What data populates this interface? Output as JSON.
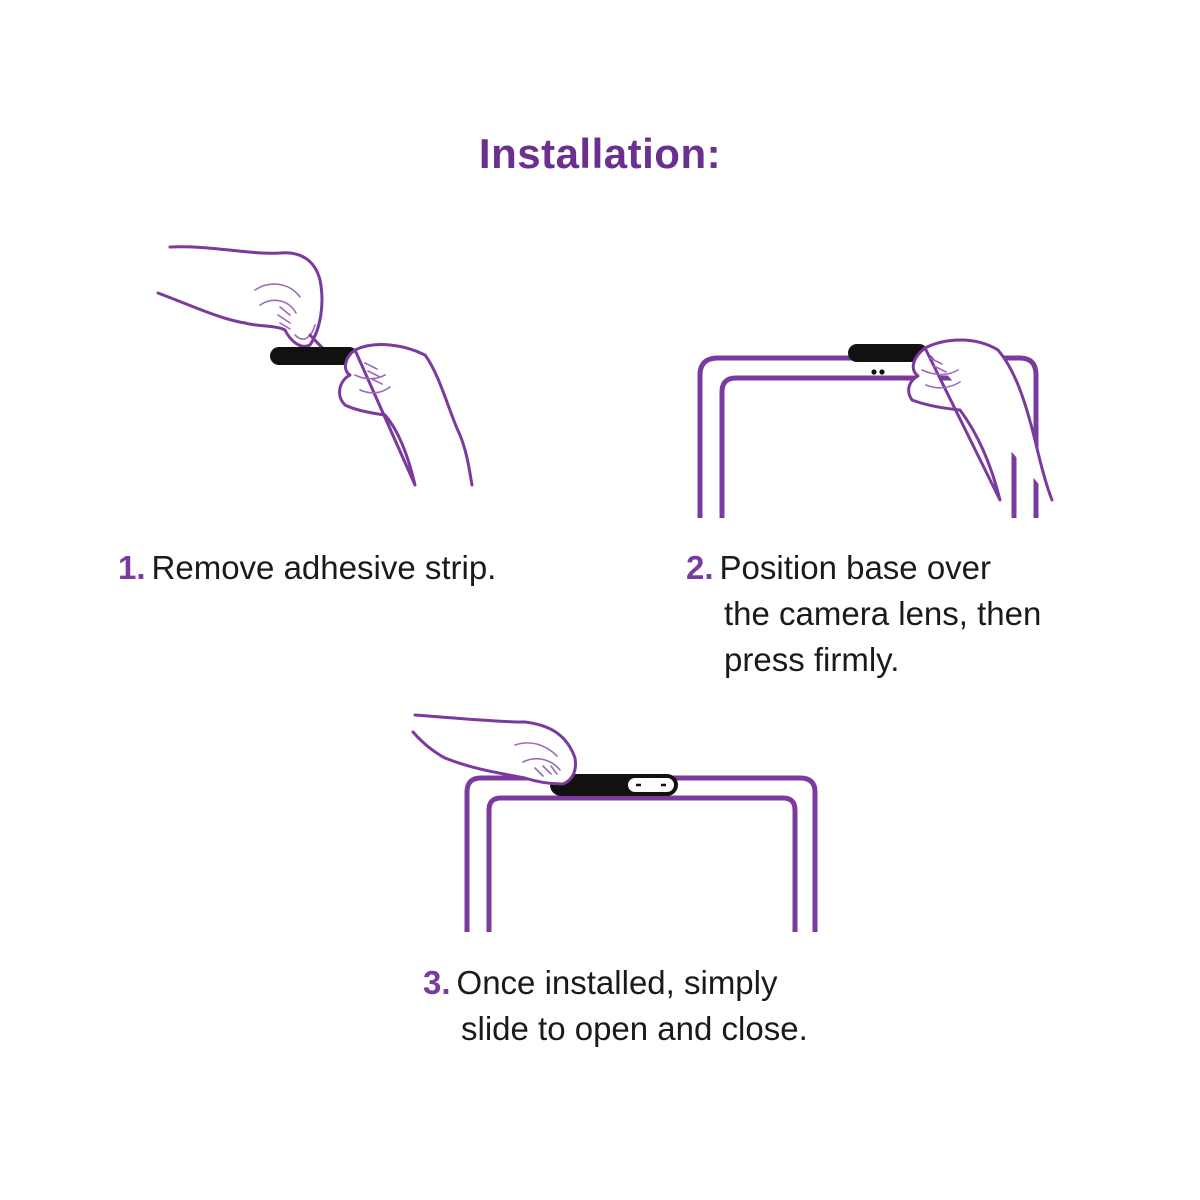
{
  "title": "Installation:",
  "steps": [
    {
      "number": "1.",
      "lines": [
        "Remove adhesive strip."
      ]
    },
    {
      "number": "2.",
      "lines": [
        "Position base over",
        "the camera lens, then",
        "press firmly."
      ]
    },
    {
      "number": "3.",
      "lines": [
        "Once installed, simply",
        "slide to open and close."
      ]
    }
  ],
  "colors": {
    "accent": "#7b3a9e",
    "title": "#6b2f8f",
    "text": "#1a1a1a",
    "cover": "#111111"
  }
}
